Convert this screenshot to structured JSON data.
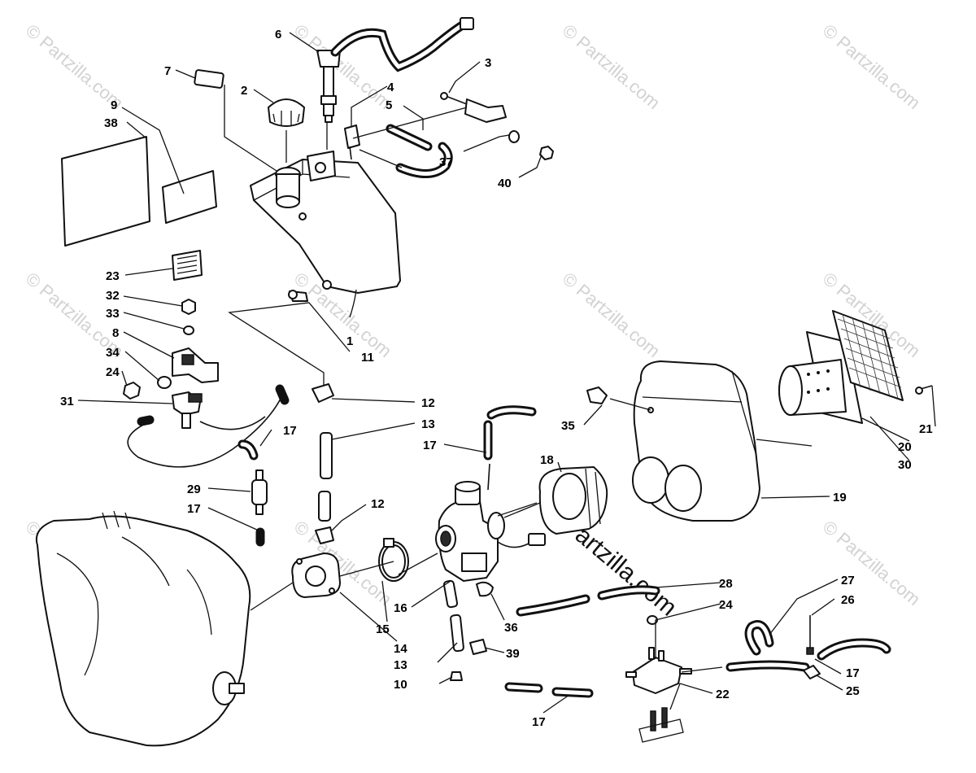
{
  "diagram": {
    "watermark_text": "© Partzilla.com",
    "center_watermark_text": "Partzilla.com",
    "callouts": [
      "6",
      "7",
      "2",
      "4",
      "3",
      "5",
      "9",
      "38",
      "37",
      "40",
      "23",
      "32",
      "33",
      "8",
      "34",
      "24",
      "1",
      "11",
      "31",
      "12",
      "13",
      "17",
      "35",
      "18",
      "21",
      "20",
      "30",
      "29",
      "19",
      "16",
      "15",
      "14",
      "36",
      "39",
      "10",
      "28",
      "24",
      "27",
      "26",
      "22",
      "25"
    ],
    "callout_17_a": "17",
    "callout_17_b": "17",
    "callout_17_c": "17",
    "callout_17_d": "17",
    "callout_17_e": "17",
    "callout_12_b": "12",
    "callout_13_b": "13",
    "callout_24_b": "24"
  }
}
